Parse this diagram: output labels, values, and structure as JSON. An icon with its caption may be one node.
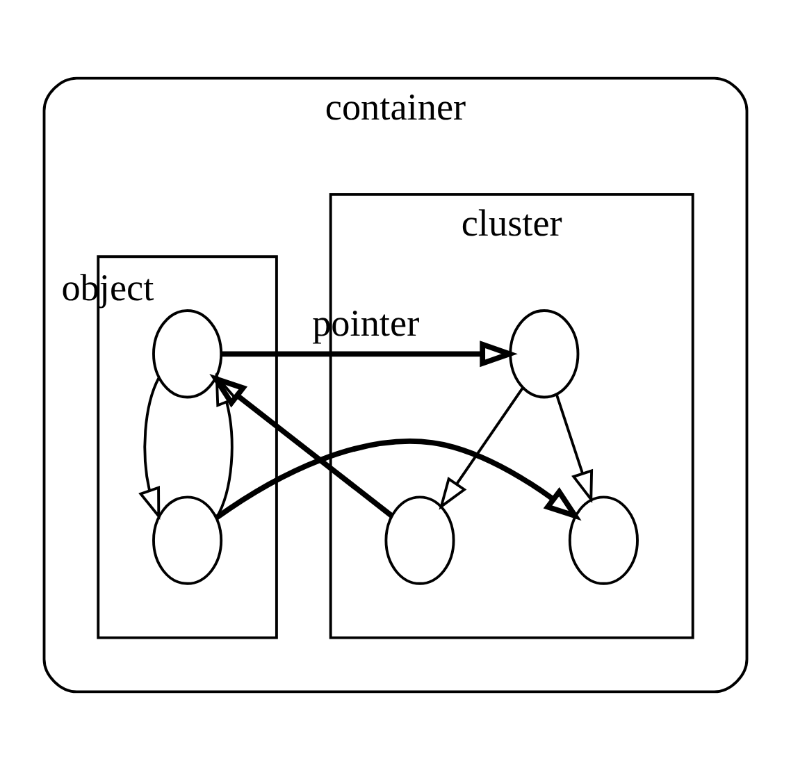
{
  "diagram": {
    "nodes": [
      {
        "text": [
          "container"
        ]
      },
      {
        "text": [
          "cluster"
        ],
        "in": 0
      },
      {
        "text": [],
        "shape": "circle",
        "in": 1
      },
      {
        "text": [],
        "shape": "circle",
        "in": 1
      },
      {
        "text": [],
        "shape": "circle",
        "in": 1
      },
      {
        "text": [],
        "shape": "box",
        "in": 0
      },
      {
        "text": [],
        "shape": "circle",
        "in": 5,
        "beside": [
          "object"
        ]
      },
      {
        "text": [],
        "shape": "circle",
        "in": 5
      }
    ],
    "edges": [
      {
        "from": 2,
        "to": 3,
        "arrow": "to"
      },
      {
        "from": 2,
        "to": 4,
        "arrow": "to"
      },
      {
        "from": 3,
        "to": 6,
        "arrow": "to",
        "style": "thick"
      },
      {
        "from": 6,
        "to": 2,
        "arrow": "to",
        "label": "pointer",
        "style": "thick"
      },
      {
        "from": 6,
        "to": 7,
        "arrow": "to"
      },
      {
        "from": 7,
        "to": 6,
        "arrow": "to"
      },
      {
        "from": 7,
        "to": 4,
        "arrow": "to",
        "style": "thick"
      }
    ]
  }
}
